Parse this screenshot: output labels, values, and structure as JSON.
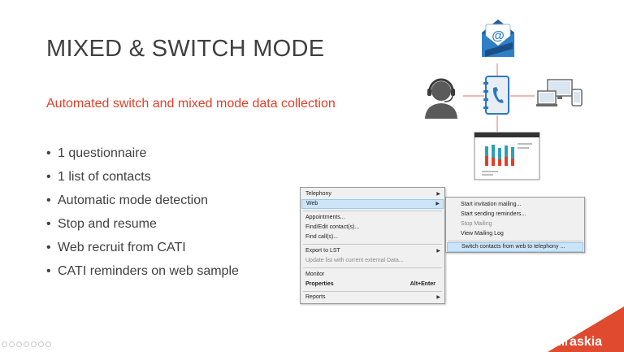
{
  "slide": {
    "title": "MIXED & SWITCH MODE",
    "subtitle": "Automated switch and mixed mode data collection",
    "bullets": [
      "1 questionnaire",
      "1 list of contacts",
      "Automatic mode detection",
      "Stop and resume",
      "Web recruit from CATI",
      "CATI reminders on web sample"
    ]
  },
  "diagram": {
    "email_label": "@",
    "colors": {
      "email_blue": "#2e7fc6",
      "book_blue": "#2b78c2",
      "person_gray": "#5a5a5a",
      "line_red": "#e8a0a0"
    },
    "icons": [
      "email-icon",
      "call-center-agent-icon",
      "address-book-phone-icon",
      "devices-icon",
      "report-chart-icon"
    ]
  },
  "context_menu": {
    "items": [
      {
        "label": "Telephony",
        "submenu": true
      },
      {
        "label": "Web",
        "submenu": true,
        "highlighted": true
      },
      {
        "label": "Appointments..."
      },
      {
        "label": "Find/Edit contact(s)..."
      },
      {
        "label": "Find call(s)..."
      },
      {
        "label": "Export to LST",
        "submenu": true
      },
      {
        "label": "Update list with current external Data...",
        "disabled": true
      },
      {
        "label": "Monitor"
      },
      {
        "label": "Properties",
        "shortcut": "Alt+Enter",
        "bold": true
      },
      {
        "label": "Reports",
        "submenu": true
      }
    ]
  },
  "web_submenu": {
    "items": [
      {
        "label": "Start invitation mailing..."
      },
      {
        "label": "Start sending reminders..."
      },
      {
        "label": "Stop Mailing",
        "disabled": true
      },
      {
        "label": "View Mailing Log"
      },
      {
        "label": "Switch contacts from web to telephony ...",
        "highlighted": true
      }
    ]
  },
  "brand": {
    "logo_text": "askia",
    "accent": "#e04a2f"
  }
}
